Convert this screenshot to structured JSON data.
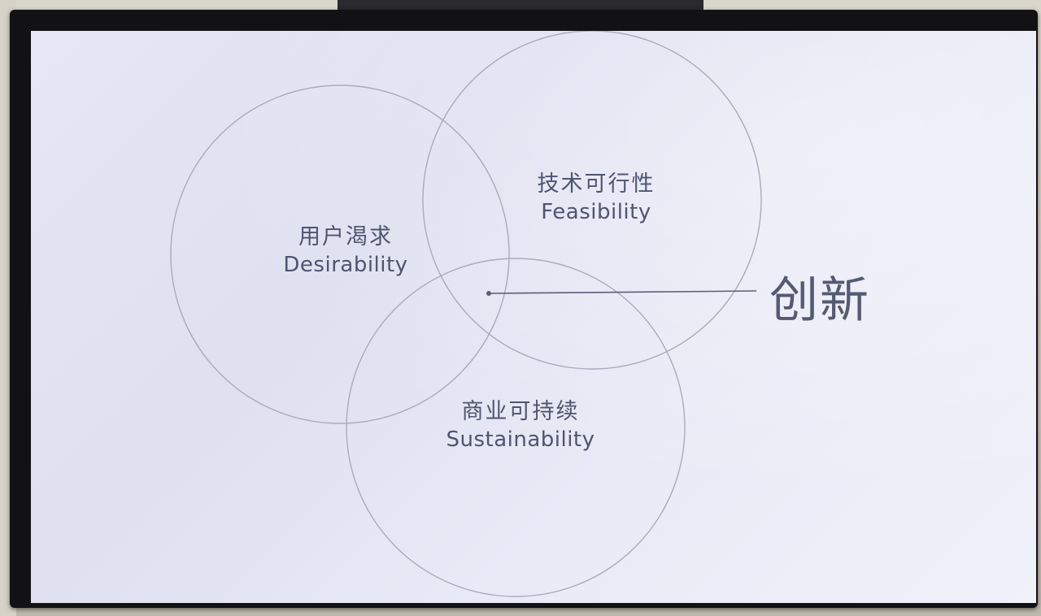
{
  "diagram": {
    "circles": [
      {
        "id": "desirability",
        "zh": "用户渴求",
        "en": "Desirability"
      },
      {
        "id": "feasibility",
        "zh": "技术可行性",
        "en": "Feasibility"
      },
      {
        "id": "sustainability",
        "zh": "商业可持续",
        "en": "Sustainability"
      }
    ],
    "intersection_label": "创新"
  },
  "colors": {
    "screen_bg": "#e4e5f3",
    "circle_stroke": "#a9abbd",
    "text": "#4f5470",
    "bezel": "#121214"
  }
}
